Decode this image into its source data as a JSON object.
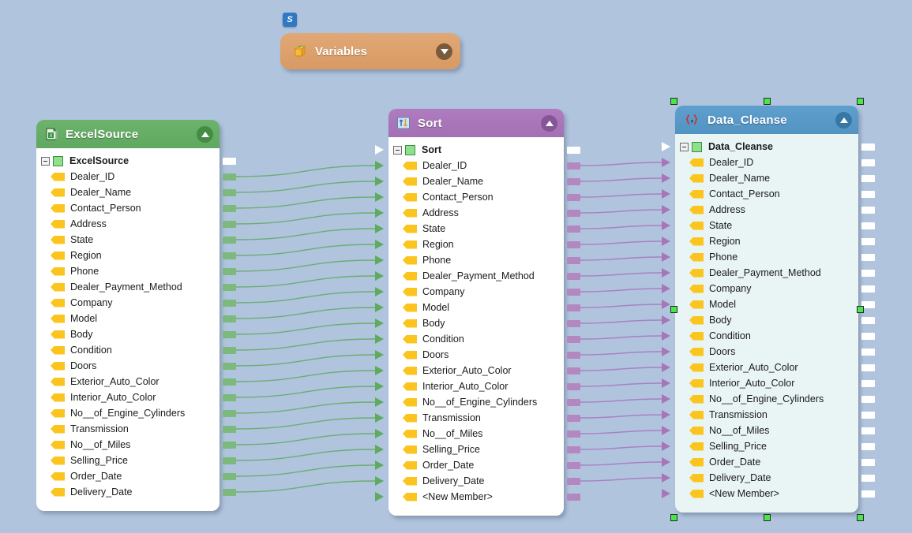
{
  "canvas": {
    "background_color": "#b0c4de"
  },
  "variables_node": {
    "title": "Variables",
    "icon": "variables-icon",
    "badge": "S",
    "collapse_state": "collapsed",
    "header_color": "#dd9d66"
  },
  "nodes": [
    {
      "id": "excel-source",
      "title": "ExcelSource",
      "icon": "excel-file-icon",
      "header_color": "#6cb36c",
      "body_color": "#ffffff",
      "collapse_state": "expanded",
      "selected": false,
      "root_label": "ExcelSource",
      "fields": [
        "Dealer_ID",
        "Dealer_Name",
        "Contact_Person",
        "Address",
        "State",
        "Region",
        "Phone",
        "Dealer_Payment_Method",
        "Company",
        "Model",
        "Body",
        "Condition",
        "Doors",
        "Exterior_Auto_Color",
        "Interior_Auto_Color",
        "No__of_Engine_Cylinders",
        "Transmission",
        "No__of_Miles",
        "Selling_Price",
        "Order_Date",
        "Delivery_Date"
      ]
    },
    {
      "id": "sort",
      "title": "Sort",
      "icon": "sort-icon",
      "header_color": "#b07cc0",
      "body_color": "#ffffff",
      "collapse_state": "expanded",
      "selected": false,
      "root_label": "Sort",
      "fields": [
        "Dealer_ID",
        "Dealer_Name",
        "Contact_Person",
        "Address",
        "State",
        "Region",
        "Phone",
        "Dealer_Payment_Method",
        "Company",
        "Model",
        "Body",
        "Condition",
        "Doors",
        "Exterior_Auto_Color",
        "Interior_Auto_Color",
        "No__of_Engine_Cylinders",
        "Transmission",
        "No__of_Miles",
        "Selling_Price",
        "Order_Date",
        "Delivery_Date",
        "<New Member>"
      ]
    },
    {
      "id": "data-cleanse",
      "title": "Data_Cleanse",
      "icon": "curly-braces-icon",
      "header_color": "#5e9fce",
      "body_color": "#e9f4f4",
      "collapse_state": "expanded",
      "selected": true,
      "root_label": "Data_Cleanse",
      "fields": [
        "Dealer_ID",
        "Dealer_Name",
        "Contact_Person",
        "Address",
        "State",
        "Region",
        "Phone",
        "Dealer_Payment_Method",
        "Company",
        "Model",
        "Body",
        "Condition",
        "Doors",
        "Exterior_Auto_Color",
        "Interior_Auto_Color",
        "No__of_Engine_Cylinders",
        "Transmission",
        "No__of_Miles",
        "Selling_Price",
        "Order_Date",
        "Delivery_Date",
        "<New Member>"
      ]
    }
  ],
  "connections": [
    {
      "from": "excel-source",
      "to": "sort",
      "color": "#5faa5f",
      "count": 21
    },
    {
      "from": "sort",
      "to": "data-cleanse",
      "color": "#a876b8",
      "count": 21
    }
  ]
}
